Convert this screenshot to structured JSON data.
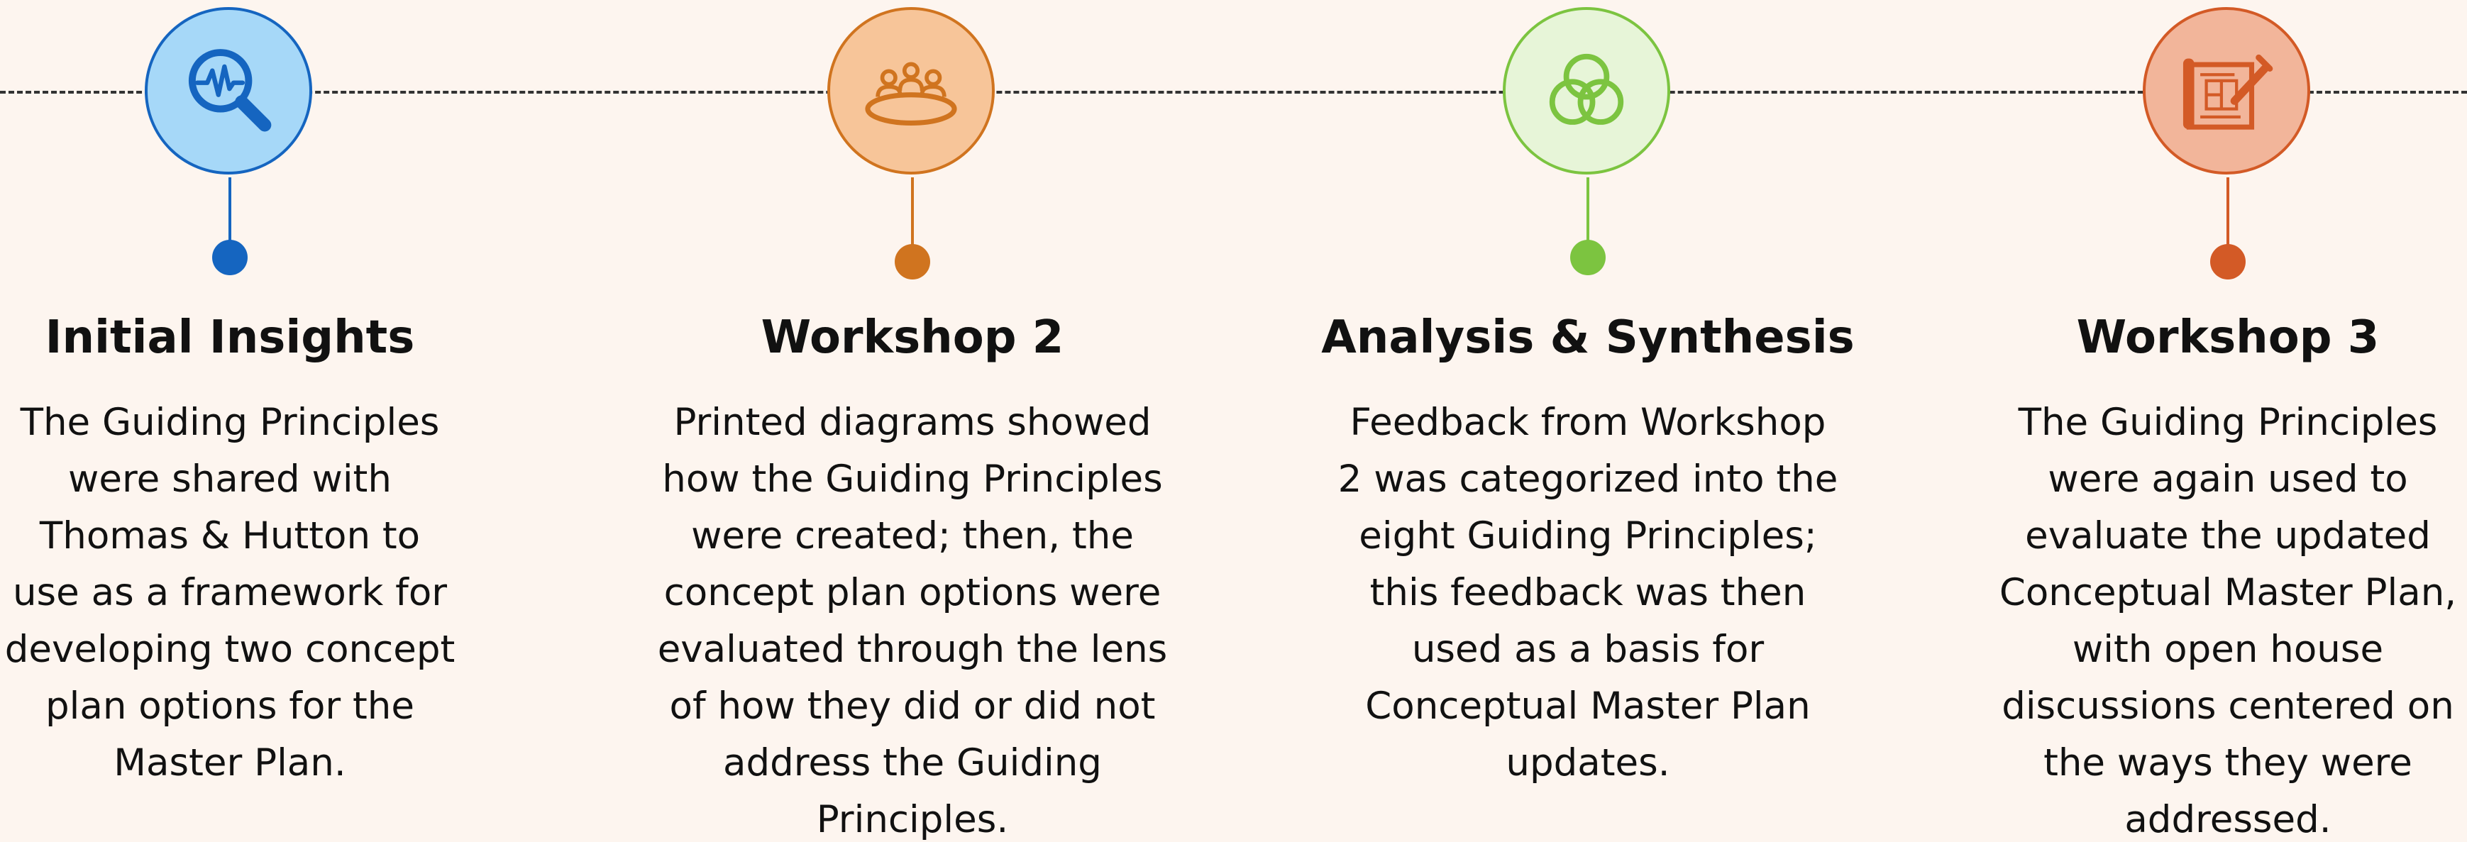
{
  "steps": [
    {
      "title": "Initial Insights",
      "lines": [
        "The Guiding Principles",
        "were shared with",
        "Thomas & Hutton to",
        "use as a framework for",
        "developing two concept",
        "plan options for the",
        "Master Plan."
      ],
      "icon": "magnifier-pulse-icon",
      "colors": {
        "fill": "#a6d8f8",
        "stroke": "#1565c0",
        "accent": "#1565c0"
      }
    },
    {
      "title": "Workshop 2",
      "lines": [
        "Printed diagrams showed",
        "how the Guiding Principles",
        "were created; then, the",
        "concept plan options were",
        "evaluated through the lens",
        "of how they did or did not",
        "address the Guiding",
        "Principles."
      ],
      "icon": "meeting-table-icon",
      "colors": {
        "fill": "#f7c599",
        "stroke": "#d0741f",
        "accent": "#d0741f"
      }
    },
    {
      "title": "Analysis & Synthesis",
      "lines": [
        "Feedback from Workshop",
        "2 was categorized into the",
        "eight Guiding Principles;",
        "this feedback was then",
        "used as a basis for",
        "Conceptual Master Plan",
        "updates."
      ],
      "icon": "venn-circles-icon",
      "colors": {
        "fill": "#e7f5d8",
        "stroke": "#7cc440",
        "accent": "#7cc440"
      }
    },
    {
      "title": "Workshop 3",
      "lines": [
        "The Guiding Principles",
        "were again used to",
        "evaluate the updated",
        "Conceptual Master Plan,",
        "with open house",
        "discussions centered on",
        "the ways they were",
        "addressed."
      ],
      "icon": "blueprint-pencil-icon",
      "colors": {
        "fill": "#f2b59a",
        "stroke": "#d35a26",
        "accent": "#d35a26"
      }
    }
  ]
}
